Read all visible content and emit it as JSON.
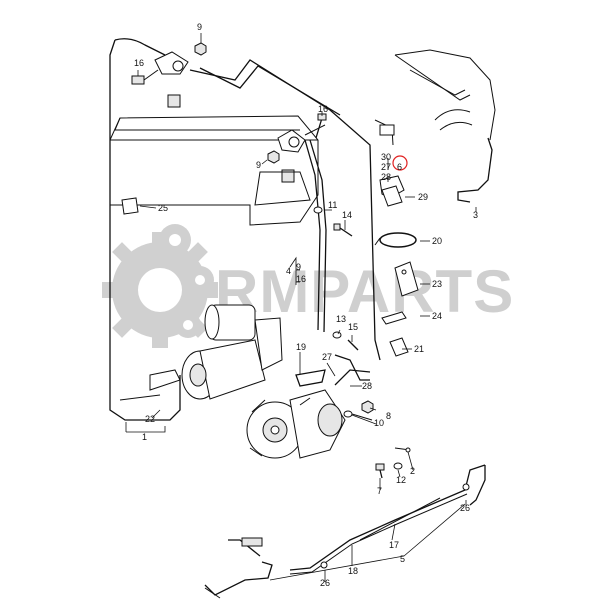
{
  "watermark": {
    "text": "RMPARTS"
  },
  "colors": {
    "line": "#111111",
    "watermark": "#cfcfcf",
    "highlight": "#e02020",
    "background": "#ffffff"
  },
  "labels": {
    "l1": "1",
    "l2": "2",
    "l3": "3",
    "l4": "4",
    "l5": "5",
    "l6": "6",
    "l7": "7",
    "l8": "8",
    "l9a": "9",
    "l9b": "9",
    "l9c": "9",
    "l10": "10",
    "l11": "11",
    "l12": "12",
    "l13": "13",
    "l14": "14",
    "l15": "15",
    "l16a": "16",
    "l16b": "16",
    "l16c": "16",
    "l17": "17",
    "l18": "18",
    "l19": "19",
    "l20": "20",
    "l21": "21",
    "l22": "22",
    "l23": "23",
    "l24": "24",
    "l25": "25",
    "l26a": "26",
    "l26b": "26",
    "l27a": "27",
    "l27b": "27",
    "l28a": "28",
    "l28b": "28",
    "l29": "29",
    "l30": "30"
  }
}
